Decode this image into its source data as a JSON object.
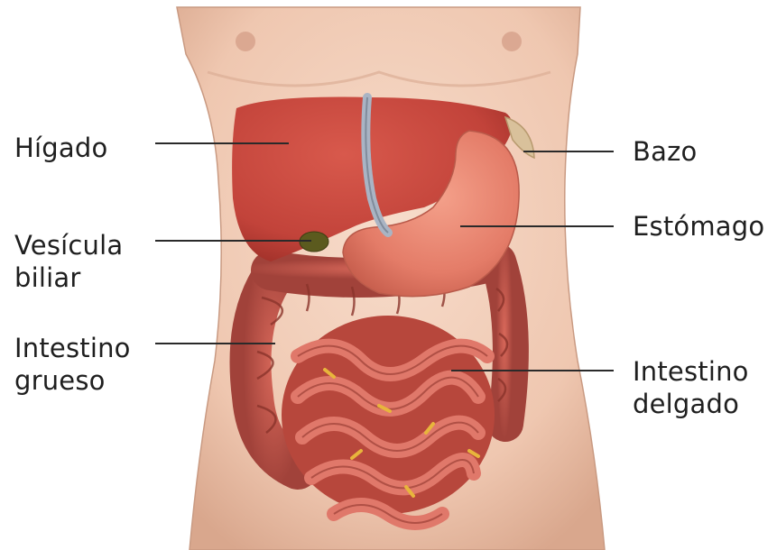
{
  "labels": {
    "higado": "Hígado",
    "vesicula": "Vesícula\nbiliar",
    "intestino_grueso": "Intestino\ngrueso",
    "bazo": "Bazo",
    "estomago": "Estómago",
    "intestino_delgado": "Intestino\ndelgado"
  },
  "colors": {
    "skin": "#f1cdb8",
    "skin_shadow": "#dca98f",
    "liver": "#c9493e",
    "liver_dark": "#a8322b",
    "stomach": "#e8806c",
    "intestine": "#c4574a",
    "intestine_dark": "#963a30",
    "gallbladder": "#5b5a1e",
    "spleen": "#d9c19b",
    "fat": "#e5b240",
    "leader_line": "#2a2a2a"
  }
}
